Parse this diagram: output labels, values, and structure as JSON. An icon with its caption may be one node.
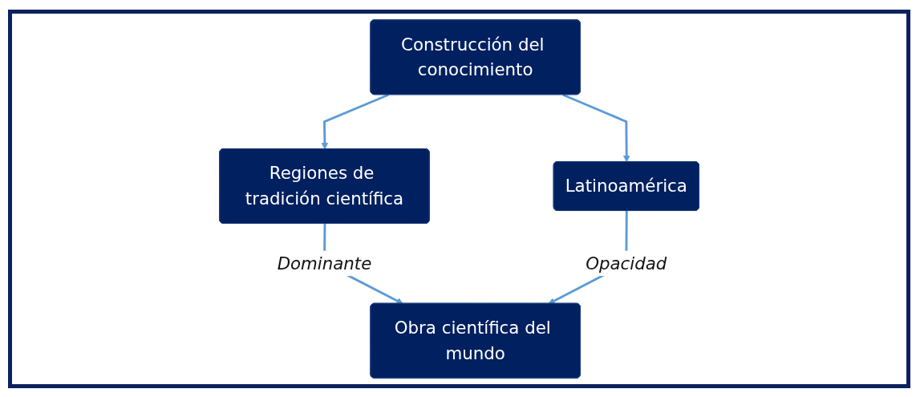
{
  "diagram": {
    "nodes": [
      {
        "text": [
          "Construcción del conocimiento"
        ]
      },
      {
        "text": [
          "Regiones de tradición científica"
        ]
      },
      {
        "text": [
          "Latinoamérica"
        ]
      },
      {
        "text": [
          "Obra científica del mundo"
        ]
      }
    ],
    "edges": [
      {
        "from": 0,
        "to": 1,
        "arrow": "to"
      },
      {
        "from": 0,
        "to": 2,
        "arrow": "to"
      },
      {
        "from": 1,
        "to": 3,
        "arrow": "to",
        "label": "Dominante"
      },
      {
        "from": 2,
        "to": 3,
        "arrow": "to",
        "label": "Opacidad"
      }
    ]
  }
}
